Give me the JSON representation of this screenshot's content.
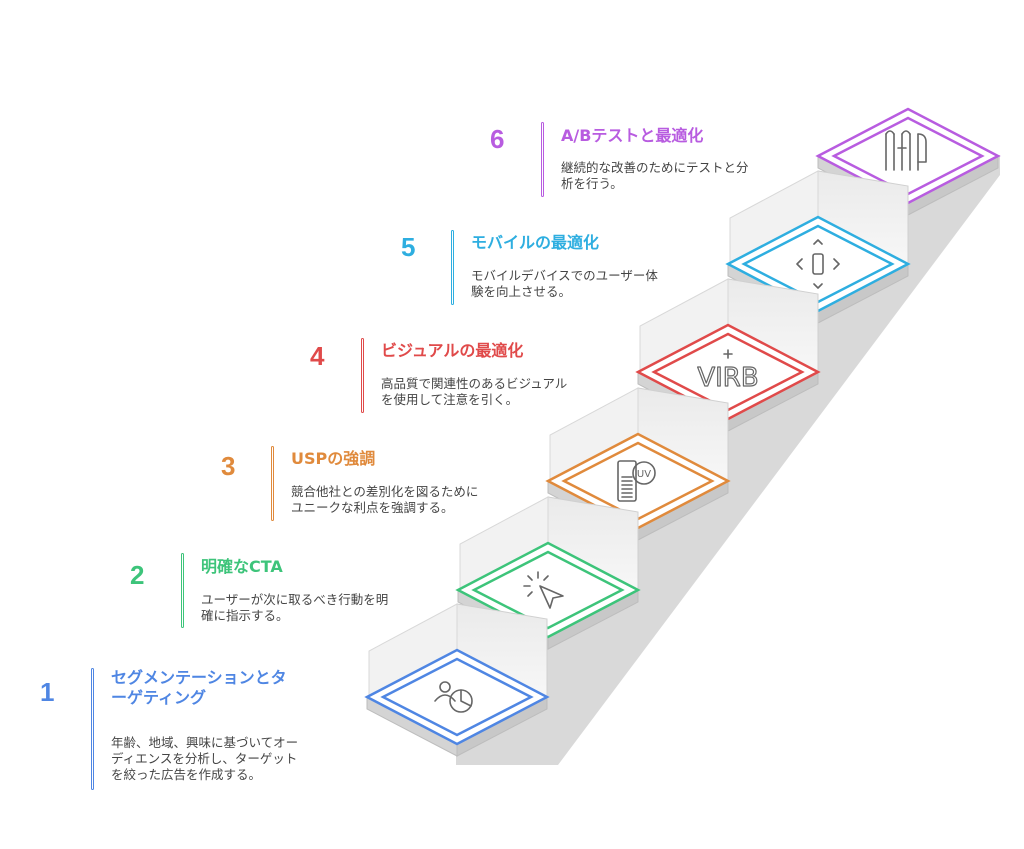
{
  "steps": [
    {
      "number": "1",
      "title_lines": [
        "セグメンテーションとタ",
        "ーゲティング"
      ],
      "desc_lines": [
        "年齢、地域、興味に基づいてオー",
        "ディエンスを分析し、ターゲット",
        "を絞った広告を作成する。"
      ],
      "color": "#4f86e3",
      "icon": "user-pie-chart-icon"
    },
    {
      "number": "2",
      "title_lines": [
        "明確なCTA"
      ],
      "desc_lines": [
        "ユーザーが次に取るべき行動を明",
        "確に指示する。"
      ],
      "color": "#3dc47a",
      "icon": "click-cursor-icon"
    },
    {
      "number": "3",
      "title_lines": [
        "USPの強調"
      ],
      "desc_lines": [
        "競合他社との差別化を図るために",
        "ユニークな利点を強調する。"
      ],
      "color": "#e08a3c",
      "icon": "uv-document-icon"
    },
    {
      "number": "4",
      "title_lines": [
        "ビジュアルの最適化"
      ],
      "desc_lines": [
        "高品質で関連性のあるビジュアル",
        "を使用して注意を引く。"
      ],
      "color": "#e04a4a",
      "icon": "virb-logo-icon"
    },
    {
      "number": "5",
      "title_lines": [
        "モバイルの最適化"
      ],
      "desc_lines": [
        "モバイルデバイスでのユーザー体",
        "験を向上させる。"
      ],
      "color": "#2eaee0",
      "icon": "mobile-arrows-icon"
    },
    {
      "number": "6",
      "title_lines": [
        "A/Bテストと最適化"
      ],
      "desc_lines": [
        "継続的な改善のためにテストと分",
        "析を行う。"
      ],
      "color": "#b85ce0",
      "icon": "ab-test-icon"
    }
  ],
  "icon_texts": {
    "virb": "VIRB",
    "uv": "UV"
  }
}
